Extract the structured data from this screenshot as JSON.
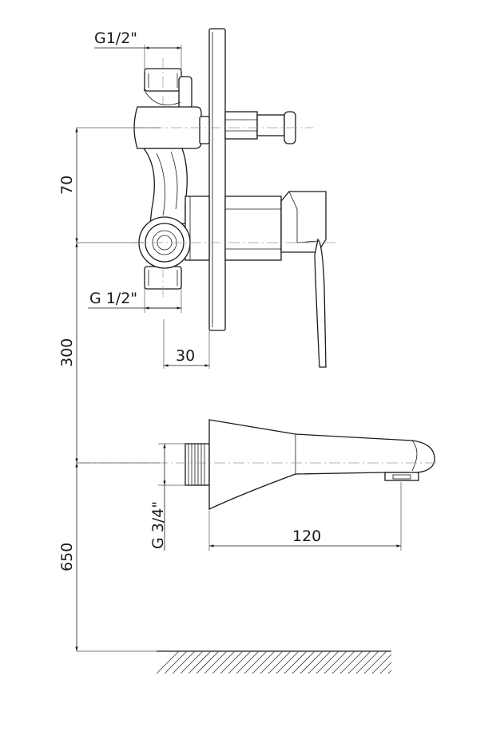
{
  "dimensions": {
    "top_thread": "G1/2\"",
    "bottom_thread": "G 1/2\"",
    "spacing_70": "70",
    "depth_30": "30",
    "height_300": "300",
    "spout_thread": "G 3/4\"",
    "spout_length": "120",
    "height_650": "650"
  },
  "colors": {
    "line": "#1a1a1a",
    "centerline": "#9a9a9a"
  }
}
